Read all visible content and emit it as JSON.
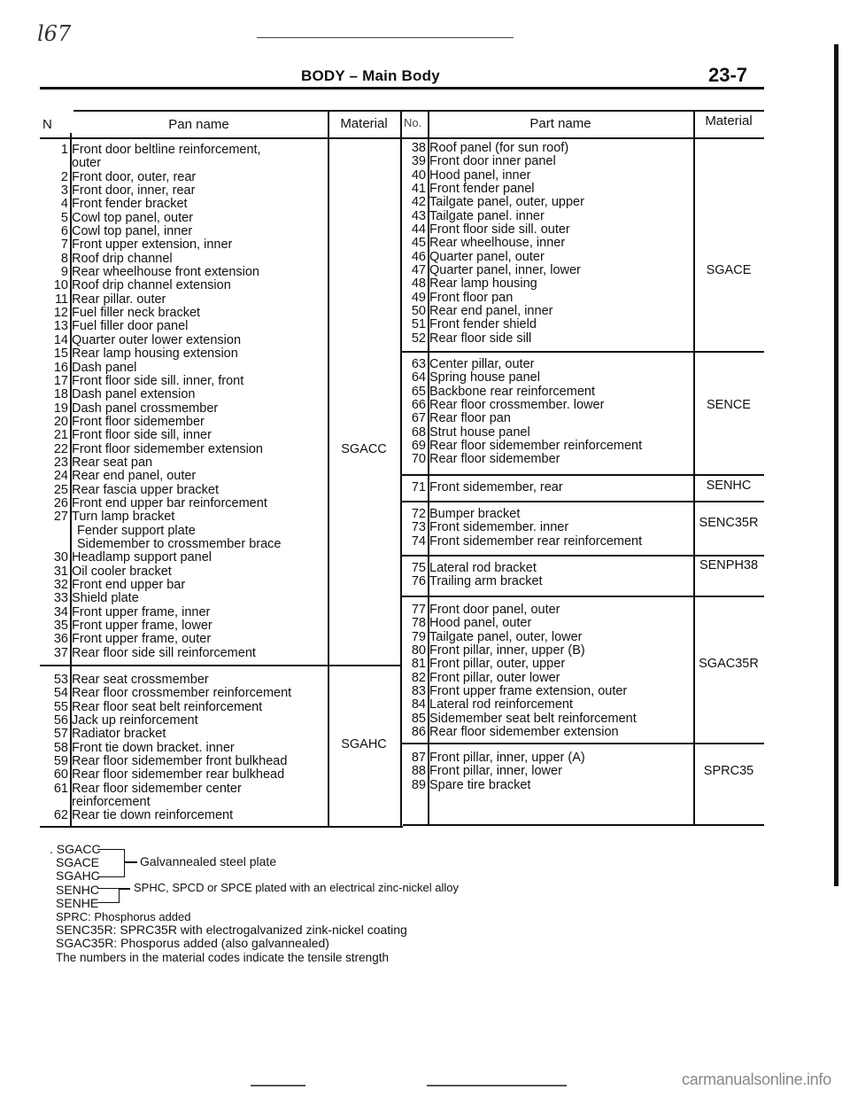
{
  "page": {
    "handwritten_note": "l67",
    "title": "BODY – Main Body",
    "page_number": "23-7",
    "watermark": "carmanualsonline.info"
  },
  "left_table": {
    "headers": {
      "no": "N",
      "name": "Pan name",
      "material": "Material"
    },
    "groups": [
      {
        "material": "SGACC",
        "rows": [
          {
            "no": "1",
            "name": "Front door beltline reinforcement,"
          },
          {
            "no": "",
            "name": "outer"
          },
          {
            "no": "2",
            "name": "Front door, outer, rear"
          },
          {
            "no": "3",
            "name": "Front door, inner, rear"
          },
          {
            "no": "4",
            "name": "Front fender bracket"
          },
          {
            "no": "5",
            "name": "Cowl top panel, outer"
          },
          {
            "no": "6",
            "name": "Cowl top panel, inner"
          },
          {
            "no": "7",
            "name": "Front upper extension, inner"
          },
          {
            "no": "8",
            "name": "Roof drip channel"
          },
          {
            "no": "9",
            "name": "Rear wheelhouse front extension"
          },
          {
            "no": "10",
            "name": "Roof drip channel extension"
          },
          {
            "no": "11",
            "name": "Rear pillar. outer"
          },
          {
            "no": "12",
            "name": "Fuel filler neck bracket"
          },
          {
            "no": "13",
            "name": "Fuel filler door panel"
          },
          {
            "no": "14",
            "name": "Quarter outer lower extension"
          },
          {
            "no": "15",
            "name": "Rear lamp housing extension"
          },
          {
            "no": "16",
            "name": "Dash panel"
          },
          {
            "no": "17",
            "name": "Front floor side sill. inner, front"
          },
          {
            "no": "18",
            "name": "Dash panel extension"
          },
          {
            "no": "19",
            "name": "Dash panel crossmember"
          },
          {
            "no": "20",
            "name": "Front floor sidemember"
          },
          {
            "no": "21",
            "name": "Front floor side sill, inner"
          },
          {
            "no": "22",
            "name": "Front floor sidemember extension"
          },
          {
            "no": "23",
            "name": "Rear seat pan"
          },
          {
            "no": "24",
            "name": "Rear end panel, outer"
          },
          {
            "no": "25",
            "name": "Rear fascia upper bracket"
          },
          {
            "no": "26",
            "name": "Front end upper bar reinforcement"
          },
          {
            "no": "27",
            "name": "Turn lamp bracket"
          },
          {
            "no": "",
            "name": "Fender support plate"
          },
          {
            "no": "",
            "name": "Sidemember to crossmember brace"
          },
          {
            "no": "30",
            "name": "Headlamp support panel"
          },
          {
            "no": "31",
            "name": "Oil cooler bracket"
          },
          {
            "no": "32",
            "name": "Front end upper bar"
          },
          {
            "no": "33",
            "name": "Shield plate"
          },
          {
            "no": "34",
            "name": "Front upper frame, inner"
          },
          {
            "no": "35",
            "name": "Front upper frame, lower"
          },
          {
            "no": "36",
            "name": "Front upper frame, outer"
          },
          {
            "no": "37",
            "name": "Rear floor side sill reinforcement"
          }
        ]
      },
      {
        "material": "SGAHC",
        "rows": [
          {
            "no": "53",
            "name": "Rear seat crossmember"
          },
          {
            "no": "54",
            "name": "Rear floor crossmember reinforcement"
          },
          {
            "no": "55",
            "name": "Rear floor seat belt reinforcement"
          },
          {
            "no": "56",
            "name": "Jack up reinforcement"
          },
          {
            "no": "57",
            "name": "Radiator bracket"
          },
          {
            "no": "58",
            "name": "Front tie down bracket. inner"
          },
          {
            "no": "59",
            "name": "Rear floor sidemember front bulkhead"
          },
          {
            "no": "60",
            "name": "Rear floor sidemember rear bulkhead"
          },
          {
            "no": "61",
            "name": "Rear floor sidemember center"
          },
          {
            "no": "",
            "name": "reinforcement"
          },
          {
            "no": "62",
            "name": "Rear tie down reinforcement"
          }
        ]
      }
    ]
  },
  "right_table": {
    "headers": {
      "no": "No.",
      "name": "Part name",
      "material": "Material"
    },
    "groups": [
      {
        "material": "SGACE",
        "rows": [
          {
            "no": "38",
            "name": "Roof panel (for sun roof)"
          },
          {
            "no": "39",
            "name": "Front door inner panel"
          },
          {
            "no": "40",
            "name": "Hood panel, inner"
          },
          {
            "no": "41",
            "name": "Front fender panel"
          },
          {
            "no": "42",
            "name": "Tailgate panel, outer, upper"
          },
          {
            "no": "43",
            "name": "Tailgate panel. inner"
          },
          {
            "no": "44",
            "name": "Front floor side sill. outer"
          },
          {
            "no": "45",
            "name": "Rear wheelhouse, inner"
          },
          {
            "no": "46",
            "name": "Quarter panel, outer"
          },
          {
            "no": "47",
            "name": "Quarter panel, inner, lower"
          },
          {
            "no": "48",
            "name": "Rear lamp housing"
          },
          {
            "no": "49",
            "name": "Front floor pan"
          },
          {
            "no": "50",
            "name": "Rear end panel, inner"
          },
          {
            "no": "51",
            "name": "Front fender shield"
          },
          {
            "no": "52",
            "name": "Rear floor side sill"
          }
        ]
      },
      {
        "material": "SENCE",
        "rows": [
          {
            "no": "63",
            "name": "Center pillar, outer"
          },
          {
            "no": "64",
            "name": "Spring house panel"
          },
          {
            "no": "65",
            "name": "Backbone rear reinforcement"
          },
          {
            "no": "66",
            "name": "Rear floor crossmember. lower"
          },
          {
            "no": "67",
            "name": "Rear floor pan"
          },
          {
            "no": "68",
            "name": "Strut house panel"
          },
          {
            "no": "69",
            "name": "Rear floor sidemember reinforcement"
          },
          {
            "no": "70",
            "name": "Rear floor sidemember"
          }
        ]
      },
      {
        "material": "SENHC",
        "rows": [
          {
            "no": "71",
            "name": "Front sidemember, rear"
          }
        ]
      },
      {
        "material": "SENC35R",
        "rows": [
          {
            "no": "72",
            "name": "Bumper bracket"
          },
          {
            "no": "73",
            "name": "Front sidemember. inner"
          },
          {
            "no": "74",
            "name": "Front sidemember rear reinforcement"
          }
        ]
      },
      {
        "material": "SENPH38",
        "rows": [
          {
            "no": "75",
            "name": "Lateral rod bracket"
          },
          {
            "no": "76",
            "name": "Trailing arm bracket"
          }
        ]
      },
      {
        "material": "SGAC35R",
        "rows": [
          {
            "no": "77",
            "name": "Front door panel, outer"
          },
          {
            "no": "78",
            "name": "Hood panel, outer"
          },
          {
            "no": "79",
            "name": "Tailgate panel, outer, lower"
          },
          {
            "no": "80",
            "name": "Front pillar, inner, upper (B)"
          },
          {
            "no": "81",
            "name": "Front pillar, outer, upper"
          },
          {
            "no": "82",
            "name": "Front pillar, outer lower"
          },
          {
            "no": "83",
            "name": "Front upper frame extension, outer"
          },
          {
            "no": "84",
            "name": "Lateral rod reinforcement"
          },
          {
            "no": "85",
            "name": "Sidemember seat belt reinforcement"
          },
          {
            "no": "86",
            "name": "Rear floor sidemember extension"
          }
        ]
      },
      {
        "material": "SPRC35",
        "rows": [
          {
            "no": "87",
            "name": "Front pillar, inner, upper (A)"
          },
          {
            "no": "88",
            "name": "Front pillar, inner, lower"
          },
          {
            "no": "89",
            "name": "Spare tire bracket"
          }
        ]
      }
    ]
  },
  "legend": {
    "lines": [
      ". SGACC",
      "SGACE",
      "SGAHC",
      "SENHC",
      "SENHE",
      "SPRC: Phosphorus added",
      "SENC35R: SPRC35R with electrogalvanized zink-nickel coating",
      "SGAC35R: Phosporus added (also galvannealed)",
      "The numbers in the material codes indicate the tensile strength"
    ],
    "galv_note": "Galvannealed steel plate",
    "zinc_note": "SPHC, SPCD or SPCE plated with an electrical zinc-nickel alloy"
  }
}
